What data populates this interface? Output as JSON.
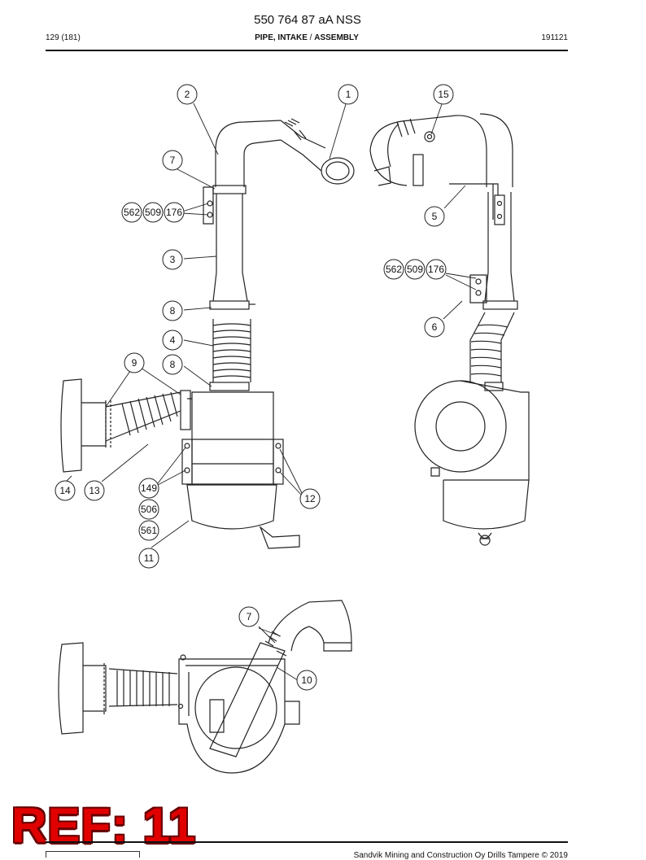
{
  "header": {
    "doc_number": "550 764 87 aA NSS",
    "page": "129 (181)",
    "title_part1": "PIPE, INTAKE",
    "title_sep": " / ",
    "title_part2": "ASSEMBLY",
    "date": "191121"
  },
  "callouts": {
    "c1": "1",
    "c2": "2",
    "c3": "3",
    "c4": "4",
    "c5": "5",
    "c6": "6",
    "c7a": "7",
    "c7b": "7",
    "c8a": "8",
    "c8b": "8",
    "c9": "9",
    "c10": "10",
    "c11": "11",
    "c12": "12",
    "c13": "13",
    "c14": "14",
    "c15": "15",
    "c149": "149",
    "c506": "506",
    "c561": "561",
    "c562a": "562",
    "c509a": "509",
    "c176a": "176",
    "c562b": "562",
    "c509b": "509",
    "c176b": "176"
  },
  "stamp": {
    "text": "REF: 11",
    "color": "#e00000"
  },
  "footer": {
    "copyright": "Sandvik Mining and Construction Oy Drills Tampere © 2019"
  }
}
